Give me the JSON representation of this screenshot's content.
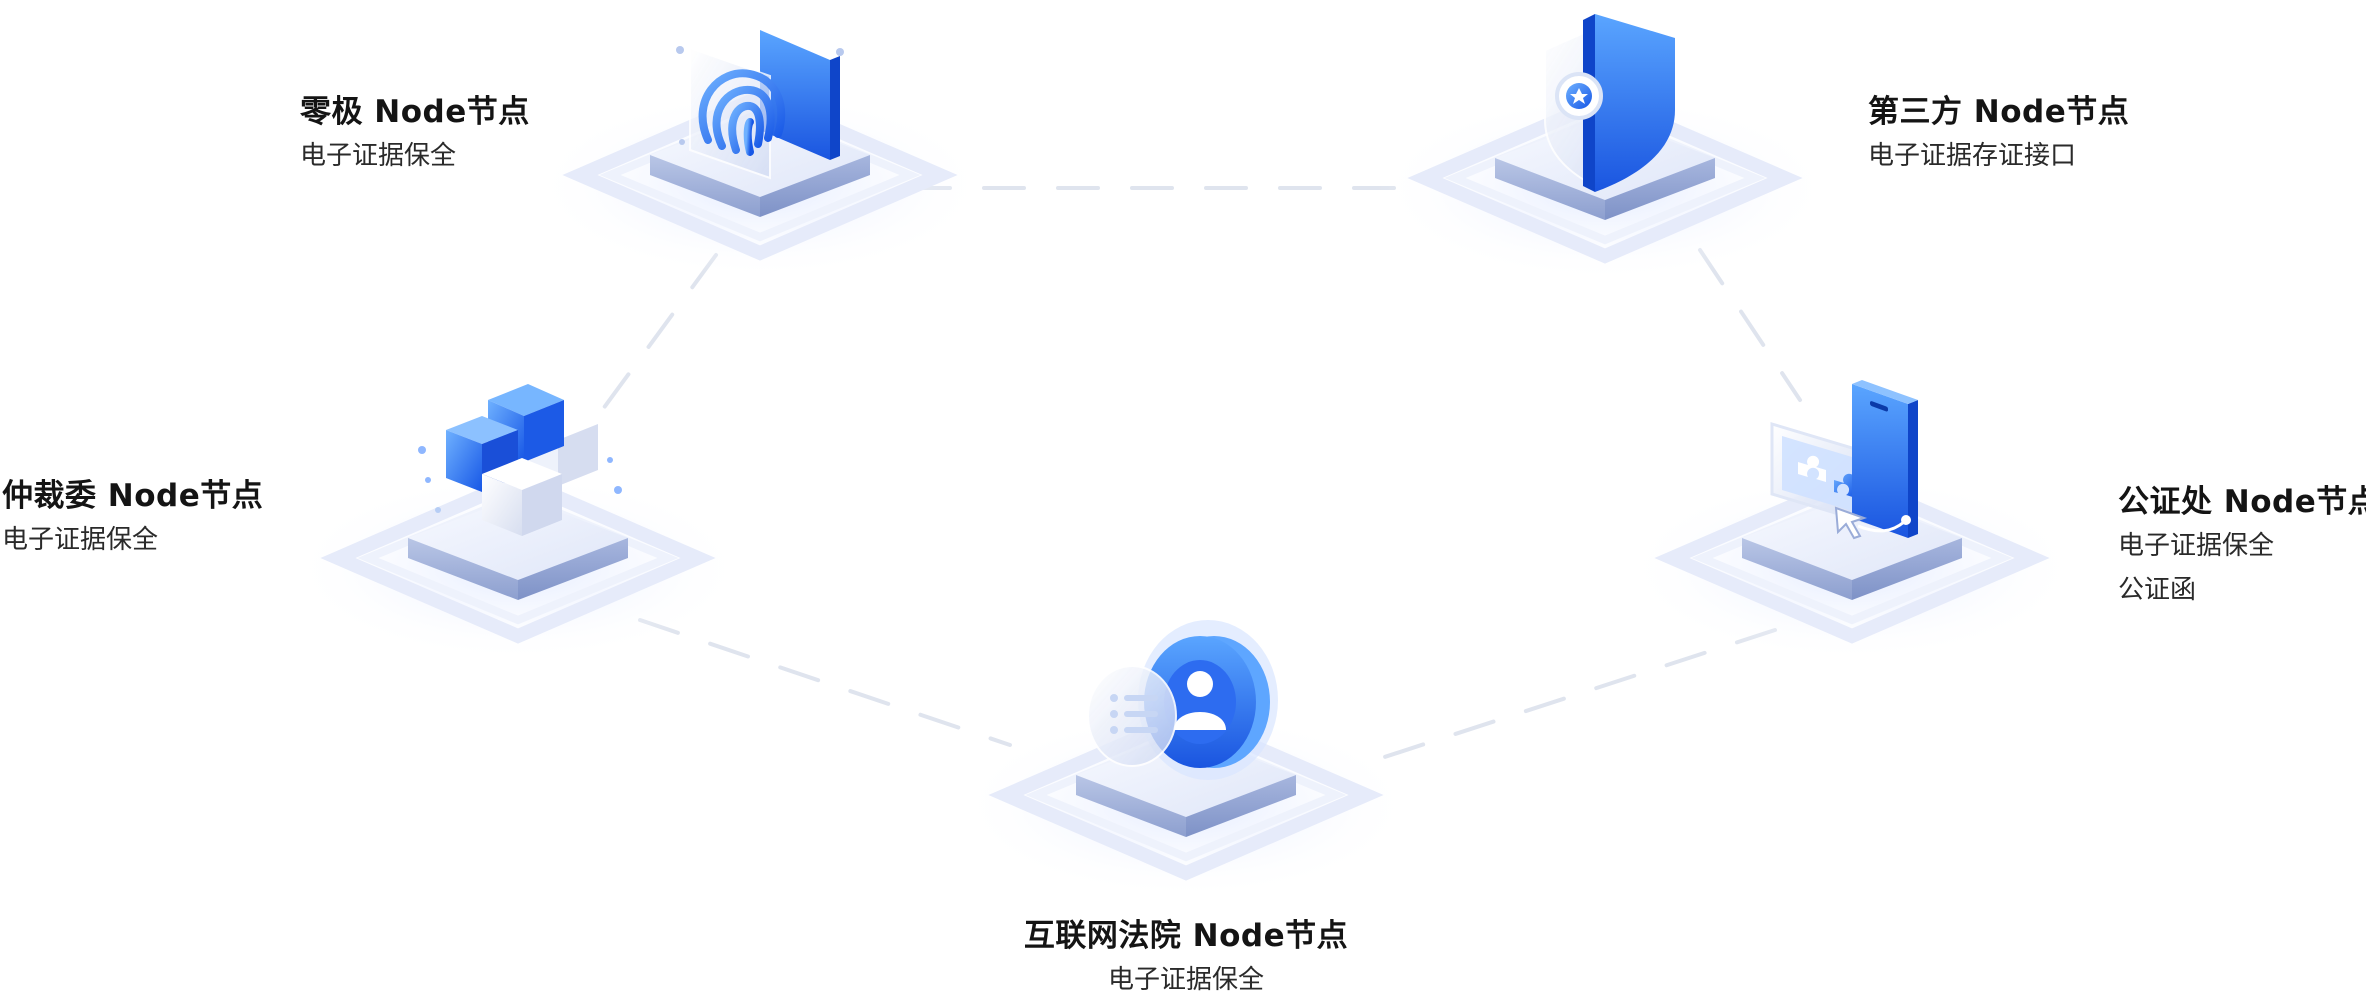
{
  "nodes": {
    "zero": {
      "title": "零极 Node节点",
      "lines": [
        "电子证据保全"
      ],
      "icon": "fingerprint-icon"
    },
    "third": {
      "title": "第三方 Node节点",
      "lines": [
        "电子证据存证接口"
      ],
      "icon": "shield-star-icon"
    },
    "arbitration": {
      "title": "仲裁委 Node节点",
      "lines": [
        "电子证据保全"
      ],
      "icon": "cubes-icon"
    },
    "notary": {
      "title": "公证处 Node节点",
      "lines": [
        "电子证据保全",
        "公证函"
      ],
      "icon": "phone-puzzle-icon"
    },
    "court": {
      "title": "互联网法院 Node节点",
      "lines": [
        "电子证据保全"
      ],
      "icon": "user-disc-icon"
    }
  },
  "colors": {
    "accent": "#1e6bf5",
    "accent_light": "#5aa0ff",
    "platform_top": "#e9eefb",
    "platform_side": "#9fb0d8",
    "connector": "#dde3ee"
  }
}
